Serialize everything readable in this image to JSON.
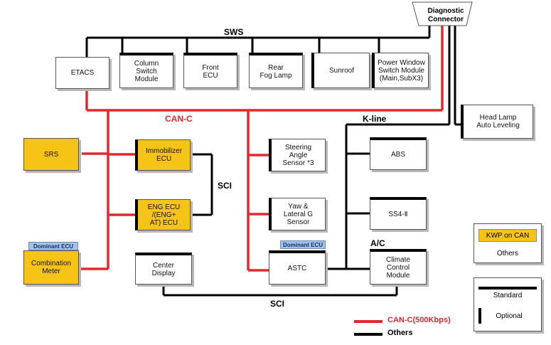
{
  "bus_labels": {
    "sws": "SWS",
    "can_c": "CAN-C",
    "k_line": "K-line",
    "sci_mid": "SCI",
    "sci_bottom": "SCI",
    "ac": "A/C"
  },
  "diagnostic_connector": "Diagnostic\nConnector",
  "modules": {
    "etacs": "ETACS",
    "column_switch": "Column\nSwitch\nModule",
    "front_ecu": "Front\nECU",
    "rear_fog": "Rear\nFog Lamp",
    "sunroof": "Sunroof",
    "power_window": "Power Window\nSwitch Module\n(Main,SubX3)",
    "head_lamp": "Head Lamp\nAuto Leveling",
    "srs": "SRS",
    "immobilizer": "Immobilizer\nECU",
    "eng_ecu": "ENG ECU\n/(ENG+\nAT) ECU",
    "combination_meter": "Combination\nMeter",
    "center_display": "Center\nDisplay",
    "steering_angle": "Steering\nAngle\nSensor *3",
    "yaw_lateral": "Yaw &\nLateral G\nSensor",
    "astc": "ASTC",
    "abs": "ABS",
    "ss4": "SS4-Ⅱ",
    "climate": "Climate\nControl\nModule"
  },
  "badges": {
    "meter": "Dominant ECU",
    "astc": "Dominant ECU"
  },
  "kwp_panel": {
    "kwp": "KWP on CAN",
    "others": "Others"
  },
  "std_panel": {
    "standard": "Standard",
    "optional": "Optional"
  },
  "legend": {
    "can_c": "CAN-C(500Kbps)",
    "others": "Others"
  },
  "colors": {
    "can_red": "#e0282e",
    "other_black": "#000000",
    "ecu_yellow": "#f5c416",
    "badge_blue": "#9fc3ee"
  }
}
